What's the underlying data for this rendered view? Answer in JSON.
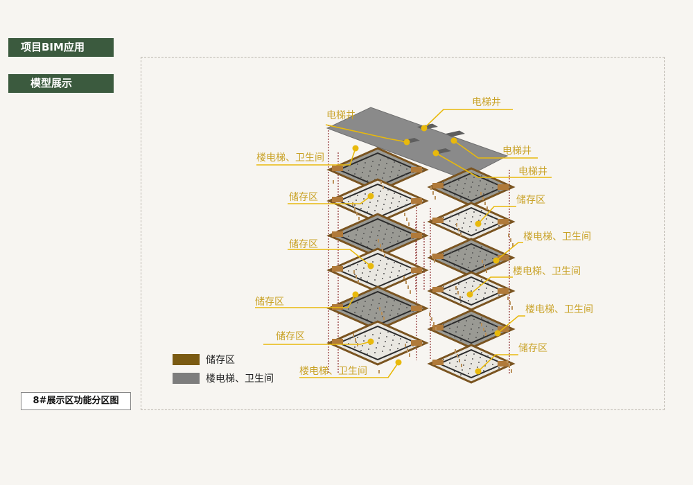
{
  "header": {
    "tag1": "项目BIM应用",
    "tag2": "模型展示"
  },
  "caption": "8#展示区功能分区图",
  "legend": [
    {
      "label": "储存区",
      "color": "#7a5a12"
    },
    {
      "label": "楼电梯、卫生间",
      "color": "#7d7d7d"
    }
  ],
  "colors": {
    "callout": "#e8b90c",
    "label": "#c9a227",
    "tag_bg": "#3b5a3e"
  },
  "callouts": [
    {
      "text": "电梯井"
    },
    {
      "text": "电梯井"
    },
    {
      "text": "电梯井"
    },
    {
      "text": "电梯井"
    },
    {
      "text": "楼电梯、卫生间"
    },
    {
      "text": "储存区"
    },
    {
      "text": "储存区"
    },
    {
      "text": "楼电梯、卫生间"
    },
    {
      "text": "储存区"
    },
    {
      "text": "楼电梯、卫生间"
    },
    {
      "text": "储存区"
    },
    {
      "text": "楼电梯、卫生间"
    },
    {
      "text": "楼电梯、卫生间"
    },
    {
      "text": "储存区"
    },
    {
      "text": "储存区"
    }
  ]
}
